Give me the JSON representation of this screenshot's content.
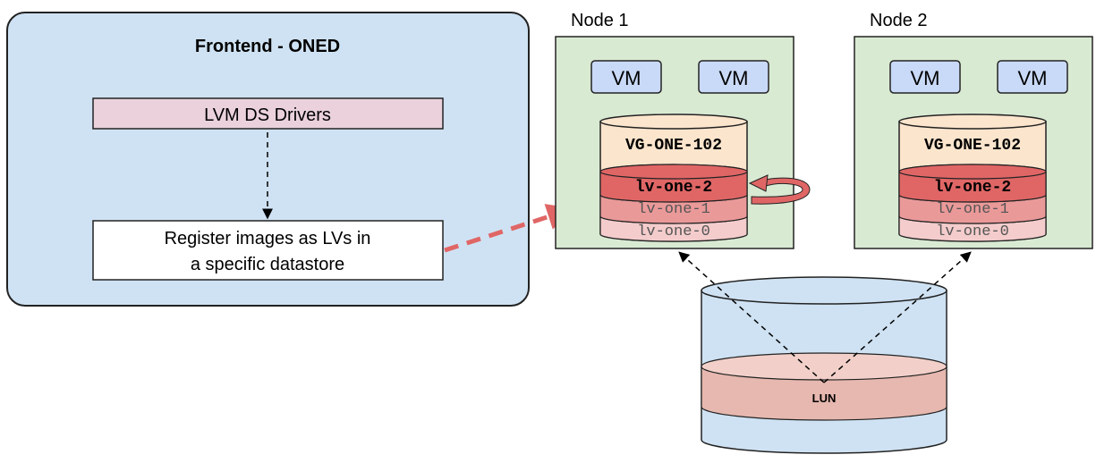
{
  "frontend": {
    "title": "Frontend - ONED",
    "drivers_label": "LVM DS Drivers",
    "register_line1": "Register images as LVs in",
    "register_line2": "a specific datastore"
  },
  "node1": {
    "title": "Node 1",
    "vm1": "VM",
    "vm2": "VM",
    "vg": "VG-ONE-102",
    "lv2": "lv-one-2",
    "lv1": "lv-one-1",
    "lv0": "lv-one-0"
  },
  "node2": {
    "title": "Node 2",
    "vm1": "VM",
    "vm2": "VM",
    "vg": "VG-ONE-102",
    "lv2": "lv-one-2",
    "lv1": "lv-one-1",
    "lv0": "lv-one-0"
  },
  "lun": {
    "label": "LUN"
  },
  "colors": {
    "frontend_bg": "#cfe2f3",
    "driver_bg": "#ead1dc",
    "node_bg": "#d9ead3",
    "vm_bg": "#c9daf8",
    "vg_bg": "#fce5cd",
    "lv_active": "#e06666",
    "lv_mid": "#ea9999",
    "lv_low": "#f4cccc",
    "lun_band": "#e6b8af",
    "storage_body": "#cfe2f3",
    "accent_arrow": "#e06666"
  }
}
